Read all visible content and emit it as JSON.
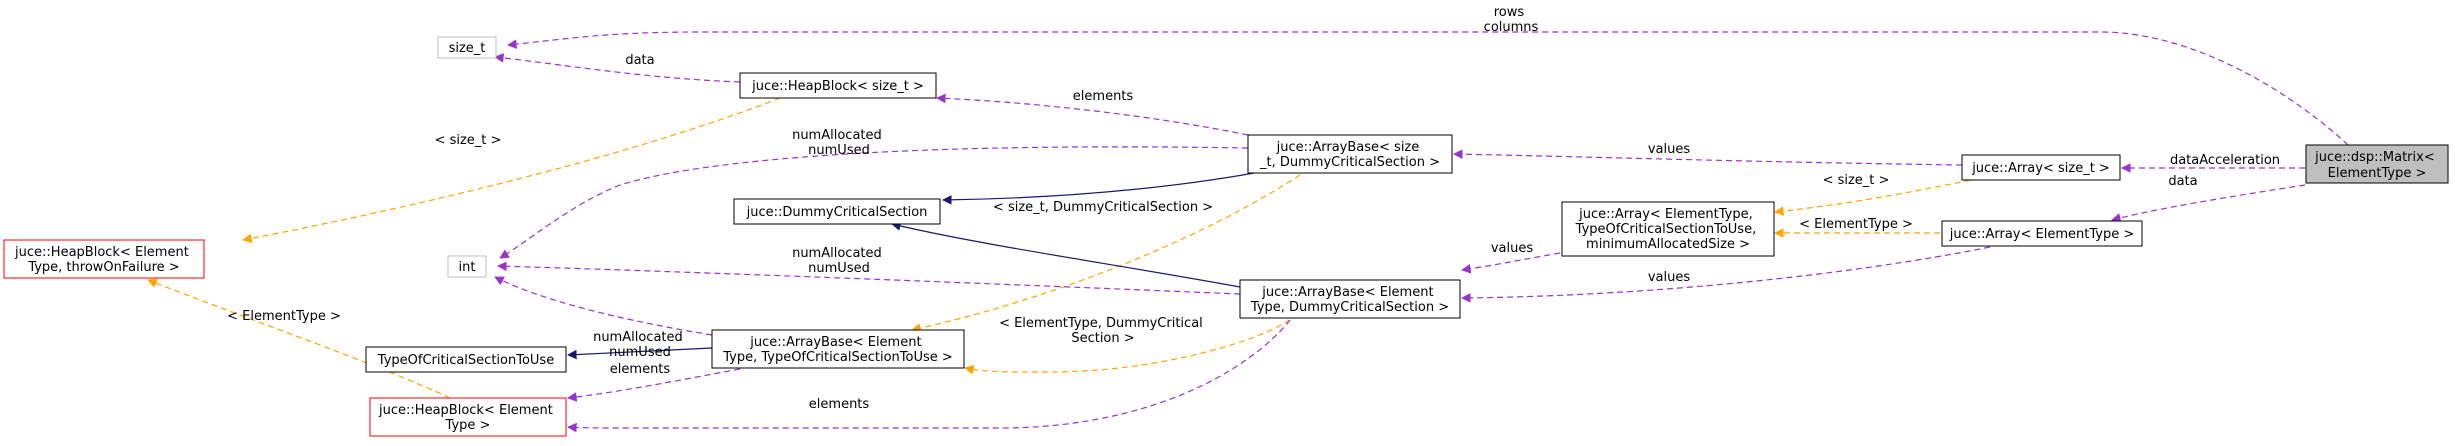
{
  "colors": {
    "usage": "#9a32cd",
    "inheritance": "#191970",
    "template": "#ffa500",
    "node_border": "#000000",
    "incomplete_border": "#ff0000",
    "external_border": "#bfbfbf",
    "focus_fill": "#bfbfbf"
  },
  "nodes": {
    "matrix": {
      "lines": [
        "juce::dsp::Matrix<",
        "ElementType >"
      ]
    },
    "size_t": {
      "lines": [
        "size_t"
      ]
    },
    "int": {
      "lines": [
        "int"
      ]
    },
    "heapblock_size_t": {
      "lines": [
        "juce::HeapBlock< size_t >"
      ]
    },
    "arraybase_size_t": {
      "lines": [
        "juce::ArrayBase< size",
        "_t, DummyCriticalSection >"
      ]
    },
    "array_size_t": {
      "lines": [
        "juce::Array< size_t >"
      ]
    },
    "dummy_cs": {
      "lines": [
        "juce::DummyCriticalSection"
      ]
    },
    "array_generic": {
      "lines": [
        "juce::Array< ElementType,",
        "TypeOfCriticalSectionToUse,",
        "minimumAllocatedSize >"
      ]
    },
    "array_elementtype": {
      "lines": [
        "juce::Array< ElementType >"
      ]
    },
    "heapblock_generic": {
      "lines": [
        "juce::HeapBlock< Element",
        "Type, throwOnFailure >"
      ]
    },
    "arraybase_elementtype": {
      "lines": [
        "juce::ArrayBase< Element",
        "Type, DummyCriticalSection >"
      ]
    },
    "arraybase_generic": {
      "lines": [
        "juce::ArrayBase< Element",
        "Type, TypeOfCriticalSectionToUse >"
      ]
    },
    "typeof_cs": {
      "lines": [
        "TypeOfCriticalSectionToUse"
      ]
    },
    "heapblock_elementtype": {
      "lines": [
        "juce::HeapBlock< Element",
        "Type >"
      ]
    }
  },
  "edge_labels": {
    "rows_columns": [
      "rows",
      "columns"
    ],
    "data_heapblock": [
      "data"
    ],
    "elements_top": [
      "elements"
    ],
    "size_t_template": [
      "< size_t >"
    ],
    "numallocated_top": [
      "numAllocated",
      "numUsed"
    ],
    "values_top": [
      "values"
    ],
    "data_acceleration": [
      "dataAcceleration"
    ],
    "size_t_template_right": [
      "< size_t >"
    ],
    "data_right": [
      "data"
    ],
    "size_t_dummy": [
      "< size_t, DummyCriticalSection >"
    ],
    "elementtype_template_right": [
      "< ElementType >"
    ],
    "values_mid": [
      "values"
    ],
    "numallocated_mid": [
      "numAllocated",
      "numUsed"
    ],
    "values_bottom": [
      "values"
    ],
    "elementtype_left": [
      "< ElementType >"
    ],
    "numallocated_low": [
      "numAllocated",
      "numUsed"
    ],
    "elementtype_dummy": [
      "< ElementType, DummyCritical",
      "Section >"
    ],
    "elements_mid": [
      "elements"
    ],
    "elements_bottom": [
      "elements"
    ]
  }
}
